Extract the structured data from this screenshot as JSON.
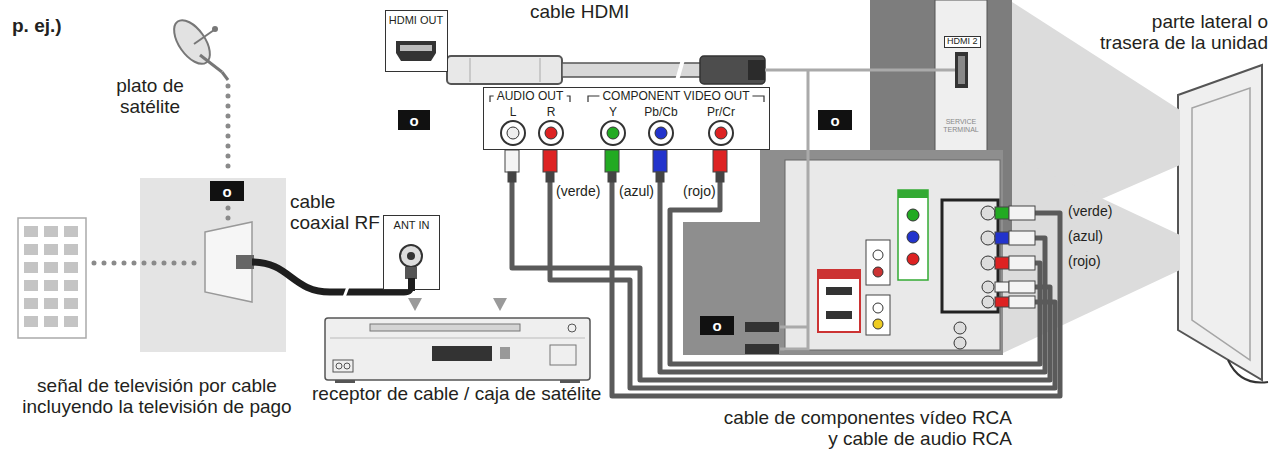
{
  "diagram": {
    "nodes": [
      {
        "text": [
          "HDMI OUT"
        ]
      },
      {
        "text": [
          "o"
        ]
      },
      {
        "text": [
          "o"
        ]
      },
      {
        "text": [
          "AUDIO OUT",
          "L",
          "R",
          "COMPONENT VIDEO OUT",
          "Y",
          "Pb/Cb",
          "Pr/Cr"
        ]
      },
      {
        "text": [
          "o"
        ]
      },
      {
        "text": [
          "ANT IN"
        ]
      },
      {
        "text": [
          "o"
        ]
      }
    ],
    "labels": [
      "p. ej.)",
      "cable HDMI",
      "HDMI 2",
      "SERVICE TERMINAL",
      "parte lateral o trasera de la unidad",
      "plato de satélite",
      "cable coaxial RF",
      "(verde)",
      "(azul)",
      "(rojo)",
      "(verde)",
      "(azul)",
      "(rojo)",
      "señal de televisión por cable incluyendo la televisión de pago",
      "receptor de cable / caja de satélite",
      "cable de componentes vídeo RCA y cable de audio RCA"
    ]
  }
}
